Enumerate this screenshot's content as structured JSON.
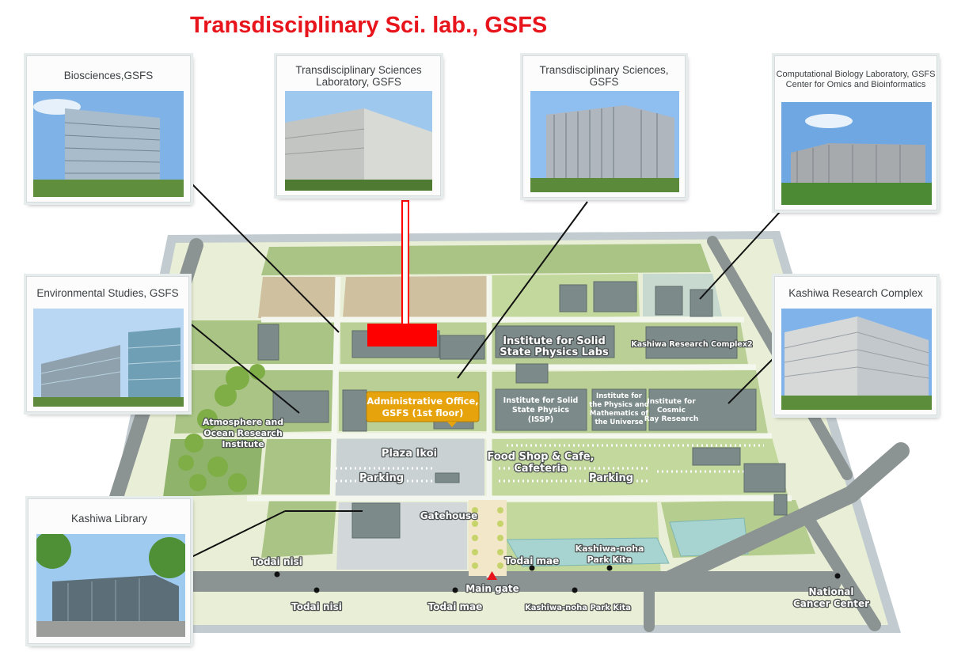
{
  "page_title": "Transdisciplinary Sci. lab., GSFS",
  "cards": {
    "biosciences": "Biosciences,GSFS",
    "transdisc_lab_line1": "Transdisciplinary Sciences",
    "transdisc_lab_line2": "Laboratory, GSFS",
    "transdisc_line1": "Transdisciplinary Sciences,",
    "transdisc_line2": "GSFS",
    "compbio_line1": "Computational Biology Laboratory, GSFS",
    "compbio_line2": "Center for Omics and Bioinformatics",
    "environmental": "Environmental Studies, GSFS",
    "kashiwa_research": "Kashiwa Research Complex",
    "library": "Kashiwa Library"
  },
  "map": {
    "issp_labs_line1": "Institute for Solid",
    "issp_labs_line2": "State Physics Labs",
    "kashiwa_research_complex2": "Kashiwa Research Complex2",
    "admin_line1": "Administrative Office,",
    "admin_line2": "GSFS (1st floor)",
    "issp_line1": "Institute for Solid",
    "issp_line2": "State Physics",
    "issp_line3": "(ISSP)",
    "ipmu_line1": "Institute for",
    "ipmu_line2": "the Physics and",
    "ipmu_line3": "Mathematics of",
    "ipmu_line4": "the Universe",
    "icrr_line1": "Institute for",
    "icrr_line2": "Cosmic",
    "icrr_line3": "Ray Research",
    "aori_line1": "Atmosphere and",
    "aori_line2": "Ocean Research",
    "aori_line3": "Institute",
    "plaza": "Plaza Ikoi",
    "food_line1": "Food Shop & Cafe,",
    "food_line2": "Cafeteria",
    "parking": "Parking",
    "gatehouse": "Gatehouse",
    "main_gate": "Main gate",
    "todai_nisi": "Todai nisi",
    "todai_mae": "Todai mae",
    "kashiwa_noha_line1": "Kashiwa-noha",
    "kashiwa_noha_line2": "Park Kita",
    "kashiwa_noha_full": "Kashiwa-noha Park Kita",
    "cancer_line1": "National",
    "cancer_line2": "Cancer Center"
  },
  "colors": {
    "highlight": "#ff0000",
    "title": "#e8141b",
    "admin_box": "#e6a30b"
  }
}
